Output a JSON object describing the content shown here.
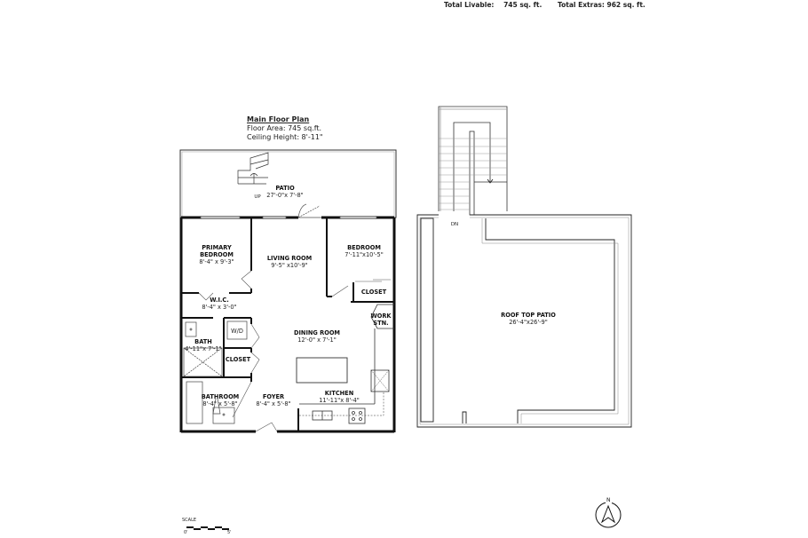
{
  "header": {
    "total_livable_label": "Total Livable:",
    "total_livable_value": "745 sq. ft.",
    "total_extras_label": "Total Extras:",
    "total_extras_value": "962 sq. ft."
  },
  "main_floor": {
    "title": "Main Floor Plan",
    "floor_area": "Floor Area: 745 sq.ft.",
    "ceiling_height": "Ceiling Height: 8'-11\""
  },
  "rooms": {
    "patio": {
      "name": "PATIO",
      "dim": "27'-0\"x 7'-8\""
    },
    "primary_bedroom": {
      "name1": "PRIMARY",
      "name2": "BEDROOM",
      "dim": "8'-4\" x 9'-3\""
    },
    "living_room": {
      "name": "LIVING ROOM",
      "dim": "9'-5\" x10'-9\""
    },
    "bedroom": {
      "name": "BEDROOM",
      "dim": "7'-11\"x10'-5\""
    },
    "closet_bedroom": {
      "name": "CLOSET"
    },
    "wic": {
      "name": "W.I.C.",
      "dim": "8'-4\" x 3'-0\""
    },
    "wd": {
      "name": "W/D"
    },
    "work_stn": {
      "name1": "WORK",
      "name2": "STN."
    },
    "dining_room": {
      "name": "DINING ROOM",
      "dim": "12'-0\" x 7'-1\""
    },
    "bath": {
      "name": "BATH",
      "dim": "4'-11\"x 7'-1\""
    },
    "closet_hall": {
      "name": "CLOSET"
    },
    "bathroom": {
      "name": "BATHROOM",
      "dim": "8'-4\" x 5'-8\""
    },
    "foyer": {
      "name": "FOYER",
      "dim": "8'-4\" x 5'-8\""
    },
    "kitchen": {
      "name": "KITCHEN",
      "dim": "11'-11\"x 8'-4\""
    },
    "roof_top_patio": {
      "name": "ROOF TOP PATIO",
      "dim": "26'-4\"x26'-9\""
    }
  },
  "stairs": {
    "up_label": "UP",
    "down_label": "DN"
  },
  "scale": {
    "label": "SCALE",
    "start": "0'",
    "end": "5'"
  },
  "compass": {
    "label": "N",
    "icon": "north-arrow-icon"
  },
  "colors": {
    "wall": "#111111",
    "line": "#333333",
    "light_line": "#999999",
    "background": "#ffffff"
  }
}
